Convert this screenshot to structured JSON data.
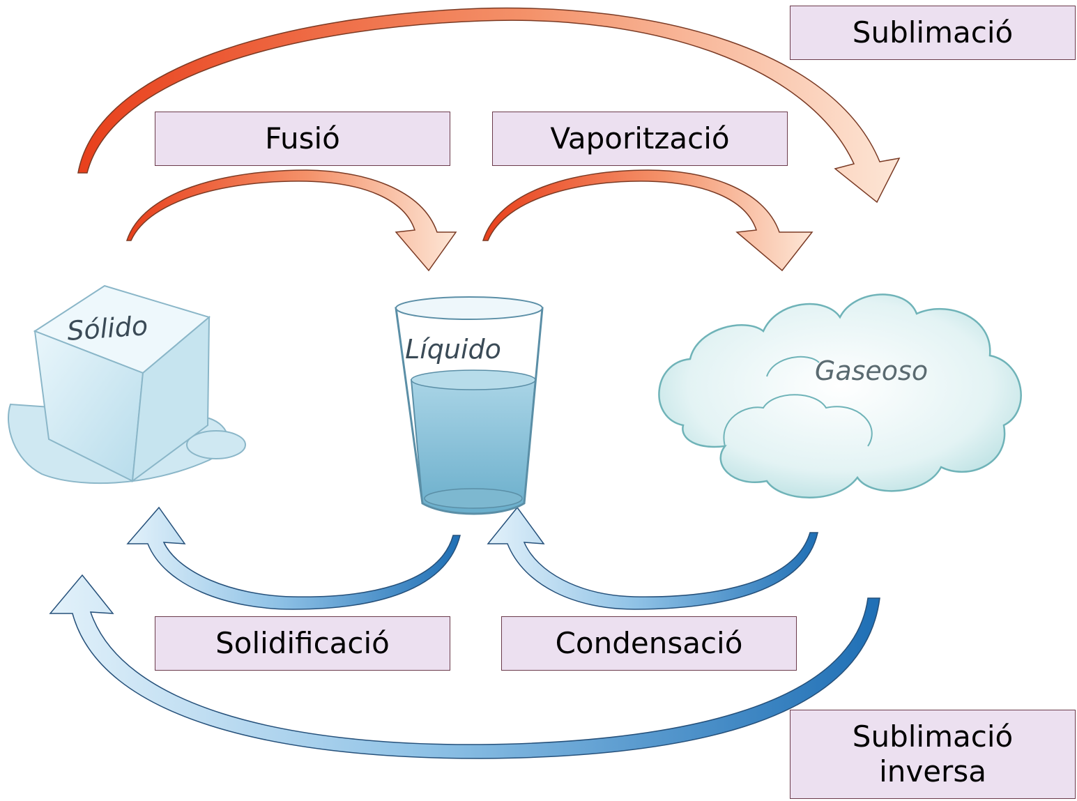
{
  "states": {
    "solid": "Sólido",
    "liquid": "Líquido",
    "gas": "Gaseoso"
  },
  "processes": {
    "sublimation": "Sublimació",
    "fusion": "Fusió",
    "vaporization": "Vaporització",
    "solidification": "Solidificació",
    "condensation": "Condensació",
    "deposition": "Sublimació inversa"
  },
  "colors": {
    "label_fill": "#ece0f0",
    "label_border": "#6a3a4a",
    "heating_arrow": "#f06a3a",
    "cooling_arrow": "#3a8fd0",
    "water": "#8cc4dc"
  }
}
